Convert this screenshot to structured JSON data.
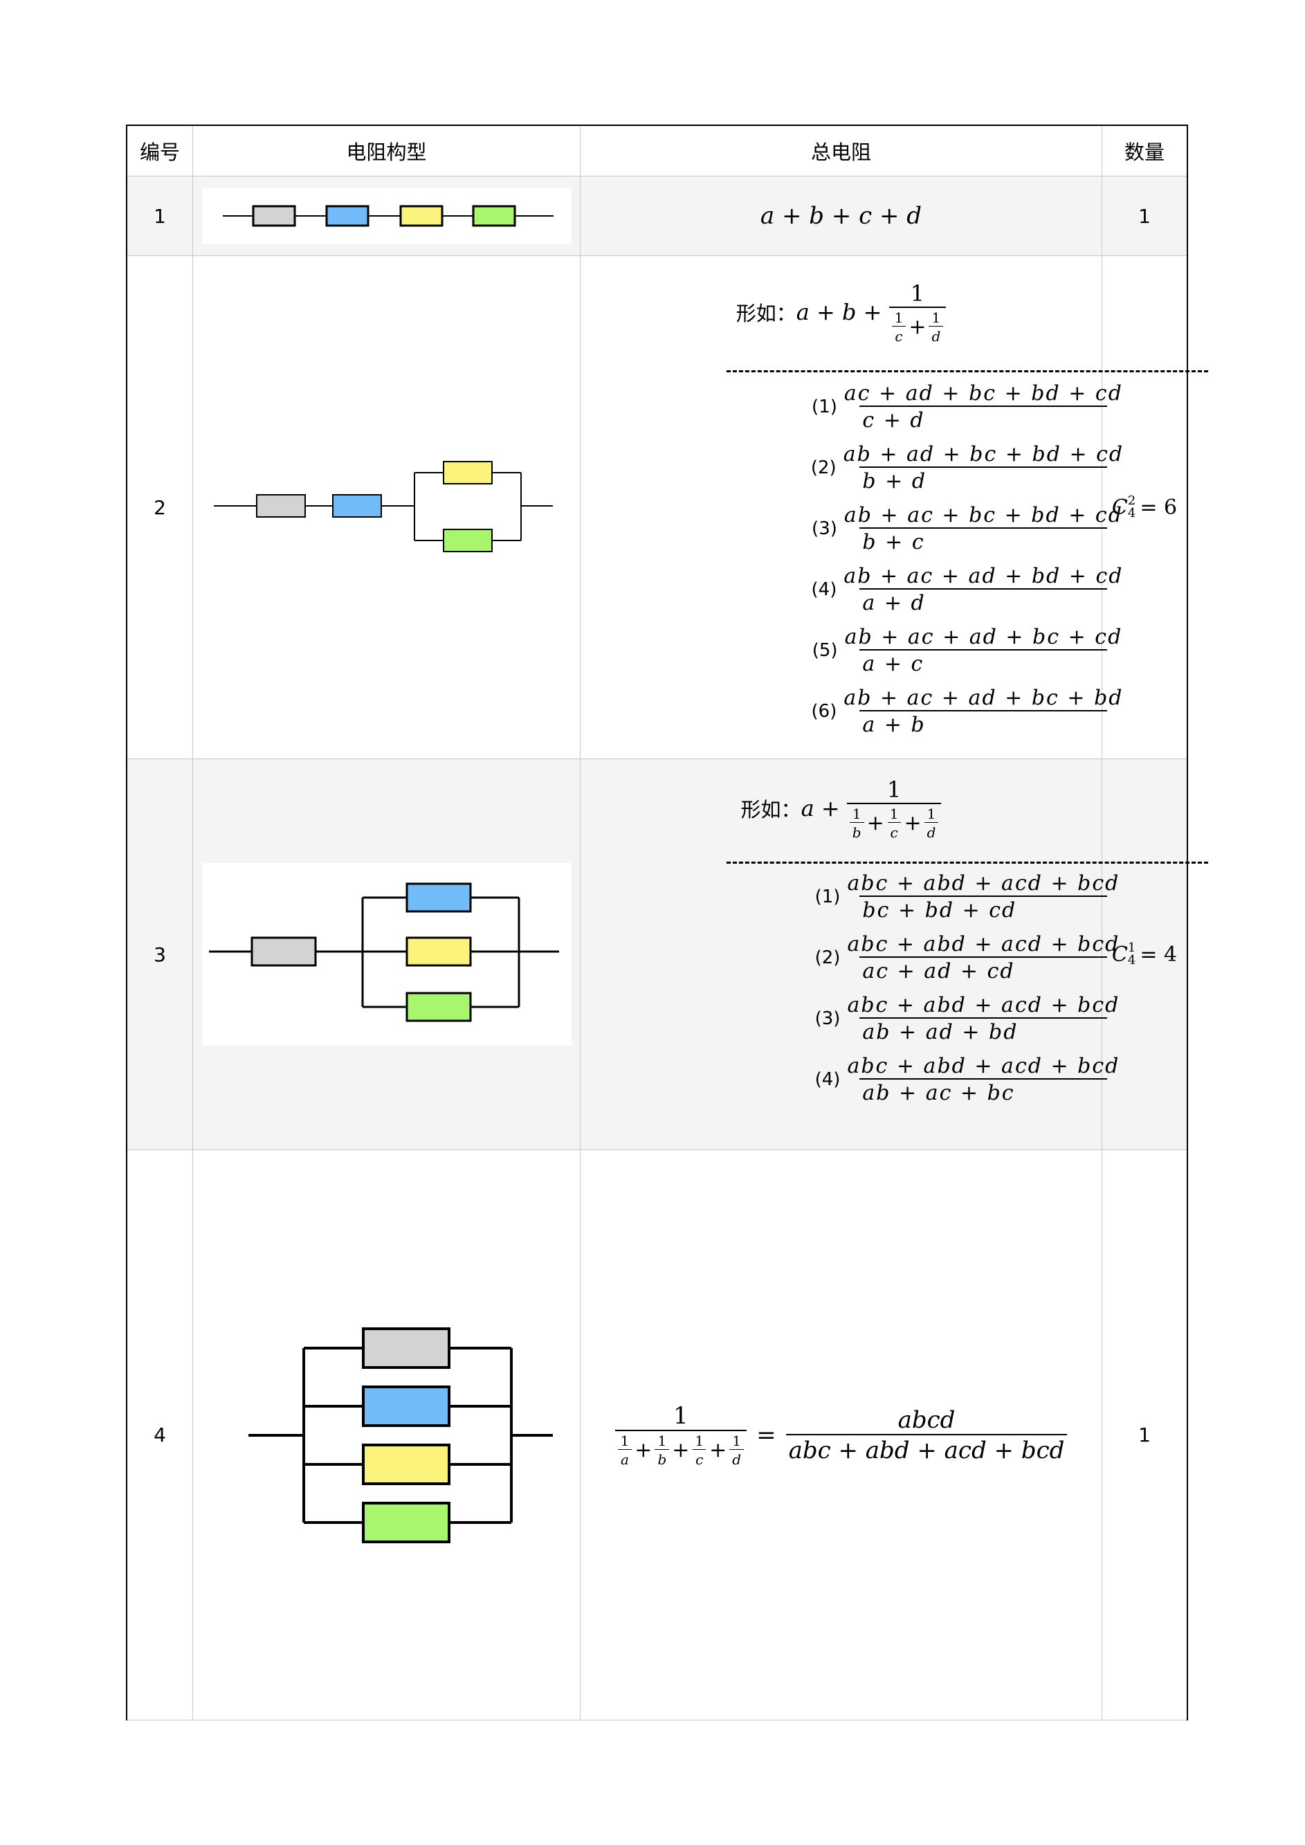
{
  "table": {
    "headers": [
      "编号",
      "电阻构型",
      "总电阻",
      "数量"
    ],
    "rows": [
      {
        "id": "1",
        "total": "a + b + c + d",
        "count": "1"
      },
      {
        "id": "2",
        "form_label": "形如：",
        "form_prefix": "a + b + ",
        "form_frac_num": "1",
        "form_frac_den": [
          "1/c",
          "1/d"
        ],
        "items": [
          {
            "idx": "(1)",
            "num": "ac + ad + bc + bd + cd",
            "den": "c + d"
          },
          {
            "idx": "(2)",
            "num": "ab + ad + bc + bd + cd",
            "den": "b + d"
          },
          {
            "idx": "(3)",
            "num": "ab + ac + bc + bd + cd",
            "den": "b + c"
          },
          {
            "idx": "(4)",
            "num": "ab + ac + ad + bd + cd",
            "den": "a + d"
          },
          {
            "idx": "(5)",
            "num": "ab + ac + ad + bc + cd",
            "den": "a + c"
          },
          {
            "idx": "(6)",
            "num": "ab + ac + ad + bc + bd",
            "den": "a + b"
          }
        ],
        "count_C": "C",
        "count_sup": "2",
        "count_sub": "4",
        "count_eq": "= 6"
      },
      {
        "id": "3",
        "form_label": "形如：",
        "form_prefix": "a + ",
        "form_frac_num": "1",
        "form_frac_den": [
          "1/b",
          "1/c",
          "1/d"
        ],
        "items": [
          {
            "idx": "(1)",
            "num": "abc + abd + acd + bcd",
            "den": "bc + bd + cd"
          },
          {
            "idx": "(2)",
            "num": "abc + abd + acd + bcd",
            "den": "ac + ad + cd"
          },
          {
            "idx": "(3)",
            "num": "abc + abd + acd + bcd",
            "den": "ab + ad + bd"
          },
          {
            "idx": "(4)",
            "num": "abc + abd + acd + bcd",
            "den": "ab + ac + bc"
          }
        ],
        "count_C": "C",
        "count_sup": "1",
        "count_sub": "4",
        "count_eq": "= 4"
      },
      {
        "id": "4",
        "lhs_num": "1",
        "lhs_den": [
          "1/a",
          "1/b",
          "1/c",
          "1/d"
        ],
        "eq": "=",
        "rhs_num": "abcd",
        "rhs_den": "abc + abd + acd + bcd",
        "count": "1"
      }
    ]
  },
  "resistor_colors": {
    "gray": "#d3d3d3",
    "blue": "#70bbf8",
    "yellow": "#fbf37b",
    "green": "#a8f56e"
  }
}
